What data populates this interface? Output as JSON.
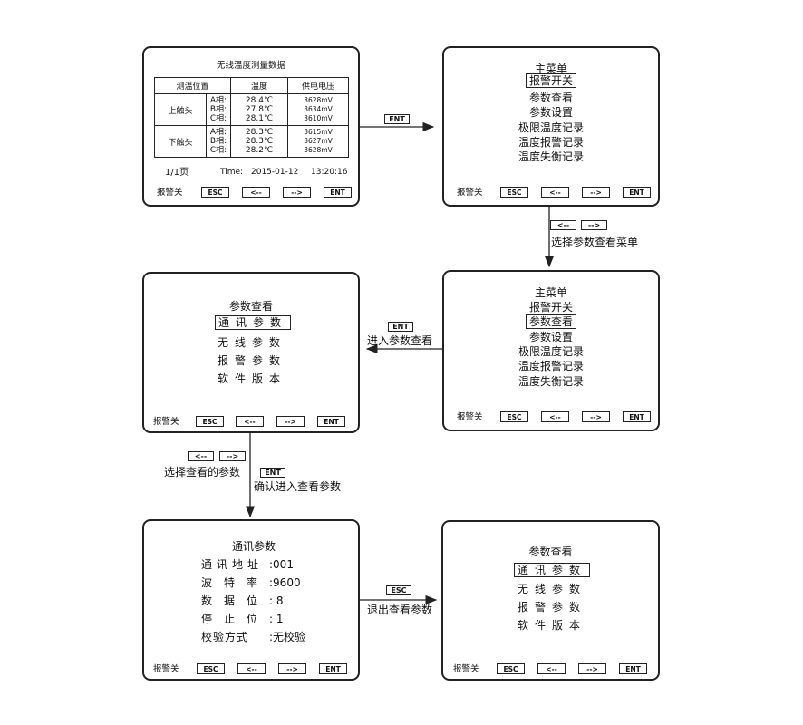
{
  "buttons": {
    "alarm_off": "报警关",
    "esc": "ESC",
    "left": "<--",
    "right": "-->",
    "ent": "ENT"
  },
  "screen1": {
    "title": "无线温度测量数据",
    "headers": [
      "测温位置",
      "温度",
      "供电电压"
    ],
    "upper_label": "上触头",
    "lower_label": "下触头",
    "phases": [
      "A相:",
      "B相:",
      "C相:"
    ],
    "upper_temps": [
      "28.4℃",
      "27.8℃",
      "28.1℃"
    ],
    "upper_volts": [
      "3628mV",
      "3634mV",
      "3610mV"
    ],
    "lower_temps": [
      "28.3℃",
      "28.3℃",
      "28.2℃"
    ],
    "lower_volts": [
      "3615mV",
      "3627mV",
      "3628mV"
    ],
    "page": "1/1页",
    "time_label": "Time:",
    "date": "2015-01-12",
    "clock": "13:20:16"
  },
  "main_menu": {
    "title": "主菜单",
    "items": [
      "报警开关",
      "参数查看",
      "参数设置",
      "极限温度记录",
      "温度报警记录",
      "温度失衡记录"
    ]
  },
  "param_view": {
    "title": "参数查看",
    "items": [
      "通讯参数",
      "无线参数",
      "报警参数",
      "软件版本"
    ]
  },
  "comm_params": {
    "title": "通讯参数",
    "rows": [
      {
        "label": "通讯地址",
        "value": ":001"
      },
      {
        "label": "波特率",
        "value": ":9600"
      },
      {
        "label": "数据位",
        "value": ": 8"
      },
      {
        "label": "停止位",
        "value": ": 1"
      },
      {
        "label": "校验方式",
        "value": ":无校验"
      }
    ]
  },
  "transitions": {
    "t1_key": "ENT",
    "t2_text": "选择参数查看菜单",
    "t3_key": "ENT",
    "t3_text": "进入参数查看",
    "t4_text": "选择查看的参数",
    "t4_key": "ENT",
    "t4_text2": "确认进入查看参数",
    "t5_key": "ESC",
    "t5_text": "退出查看参数"
  }
}
